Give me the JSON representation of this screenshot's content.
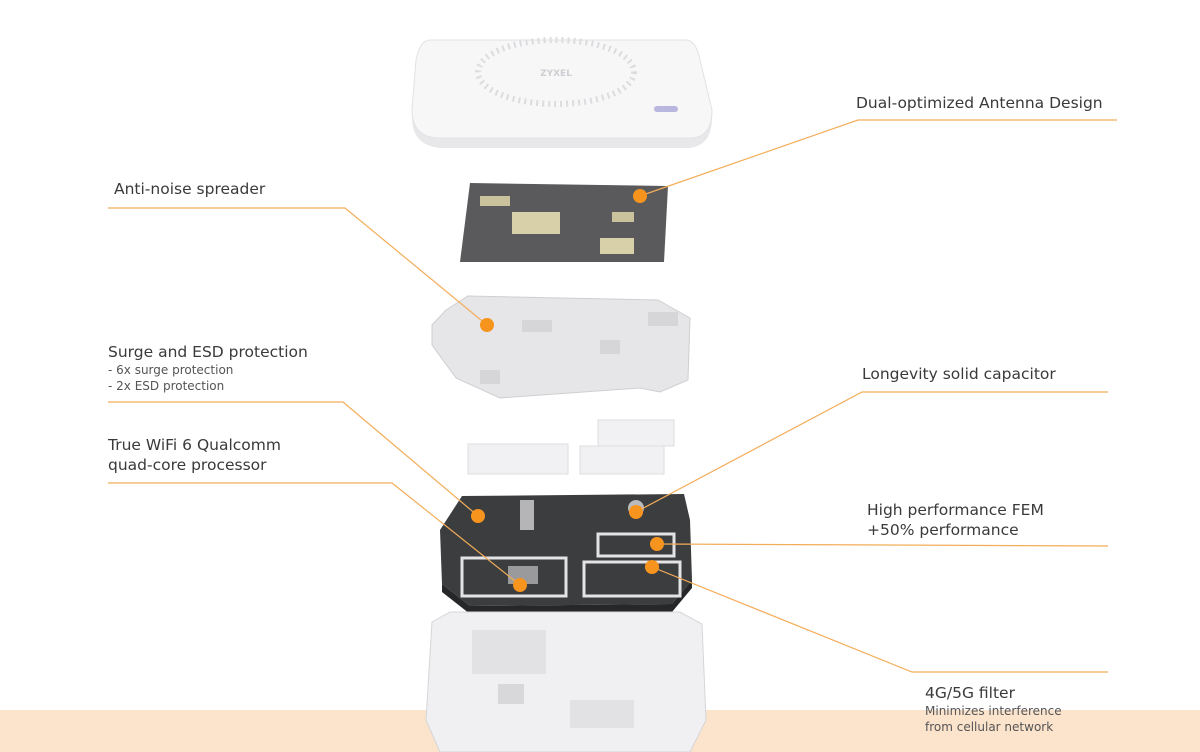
{
  "brand": "ZYXEL",
  "accent_color": "#f7941d",
  "line_color": "#f3ad5a",
  "callouts": {
    "antenna": {
      "title": "Dual-optimized Antenna Design"
    },
    "spreader": {
      "title": "Anti-noise spreader"
    },
    "surge": {
      "title": "Surge and ESD protection",
      "details": [
        "- 6x surge protection",
        "- 2x ESD protection"
      ]
    },
    "processor": {
      "title_line1": "True WiFi 6 Qualcomm",
      "title_line2": "quad-core processor"
    },
    "capacitor": {
      "title": "Longevity solid capacitor"
    },
    "fem": {
      "title_line1": "High performance FEM",
      "title_line2": "+50% performance"
    },
    "filter": {
      "title": "4G/5G filter",
      "details": [
        "Minimizes interference",
        "from cellular network"
      ]
    }
  }
}
